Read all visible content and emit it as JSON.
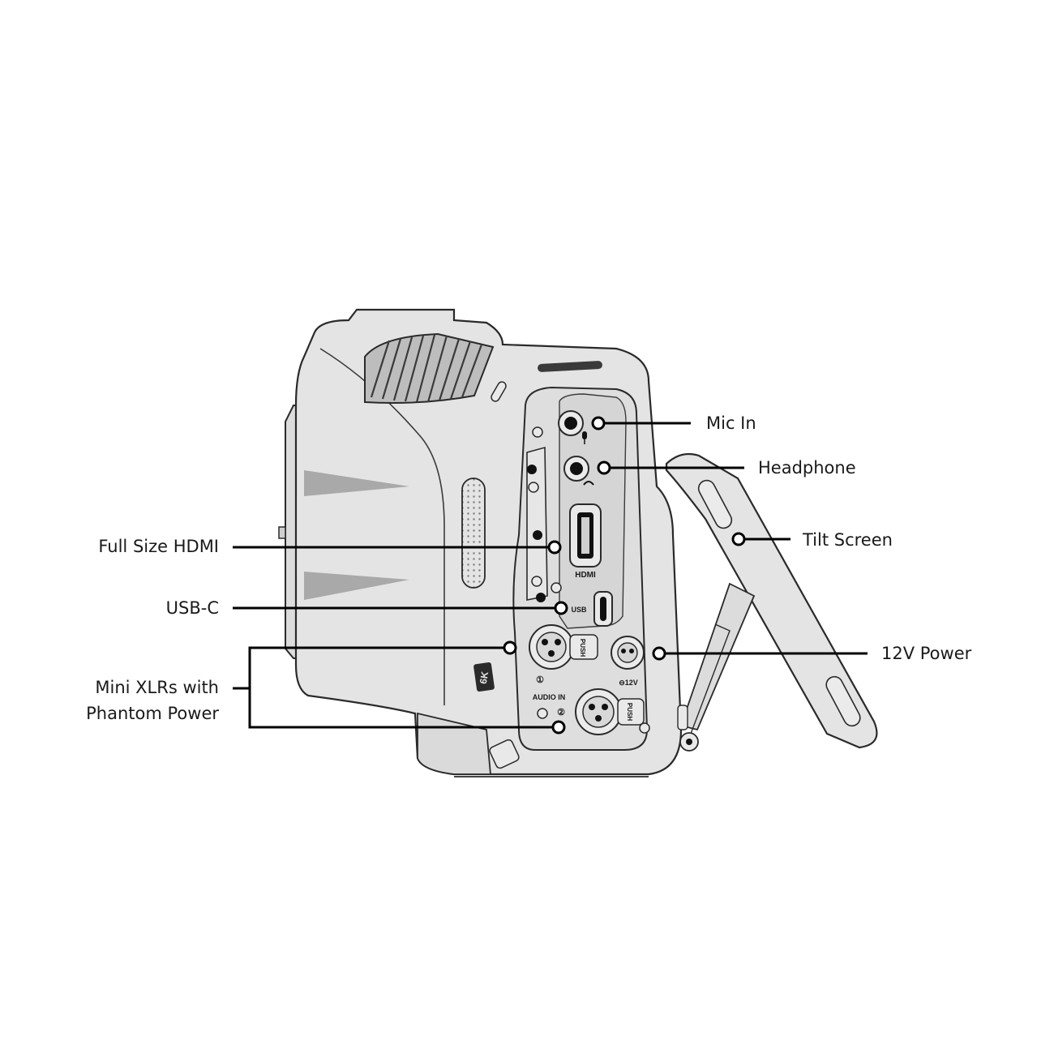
{
  "callouts": {
    "mic_in": "Mic In",
    "headphone": "Headphone",
    "tilt_screen": "Tilt Screen",
    "hdmi": "Full Size HDMI",
    "usb_c": "USB-C",
    "mini_xlr_line1": "Mini XLRs with",
    "mini_xlr_line2": "Phantom Power",
    "power_12v": "12V Power"
  },
  "body_markings": {
    "hdmi_logo": "HDMI",
    "usb": "USB",
    "push_1": "PUSH",
    "push_2": "PUSH",
    "channel_1": "①",
    "channel_2": "②",
    "audio_in": "AUDIO IN",
    "dc_12v": "⊖12V",
    "model_badge": "6K"
  },
  "colors": {
    "body_fill": "#e4e4e4",
    "outline": "#2a2a2a",
    "leader_line": "#000000",
    "background": "#ffffff"
  }
}
